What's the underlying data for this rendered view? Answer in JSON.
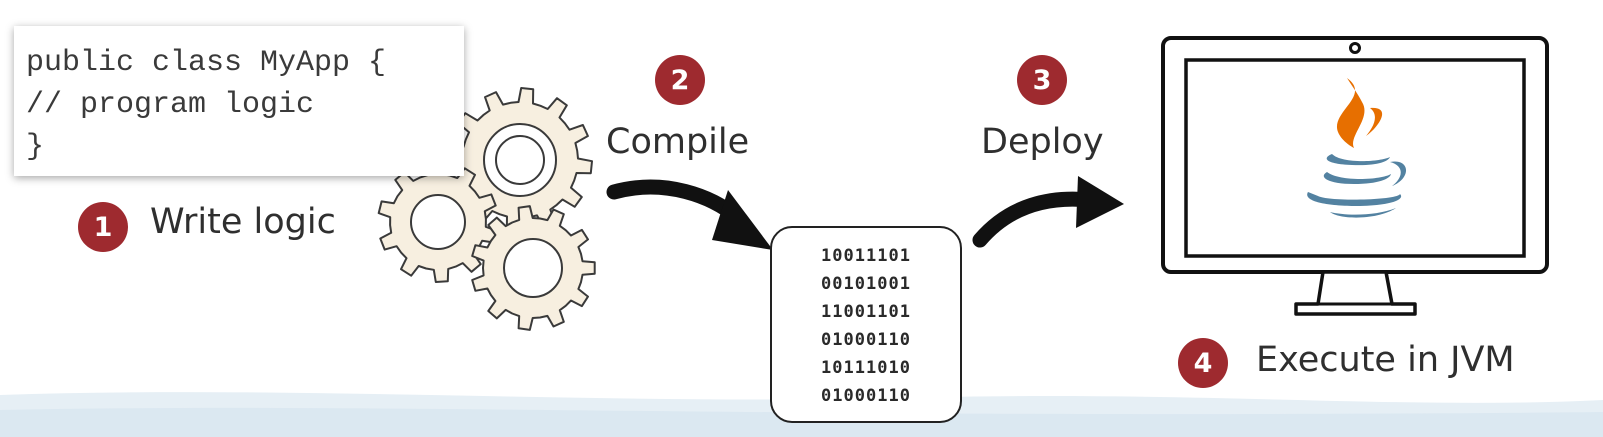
{
  "colors": {
    "badge": "#9e2a2f",
    "gear_fill": "#f7efe0",
    "java_orange": "#e76f00",
    "java_blue": "#5382a1"
  },
  "code_card": {
    "lines": [
      "public class MyApp {",
      "// program logic",
      "}"
    ]
  },
  "steps": [
    {
      "number": "1",
      "label": "Write logic"
    },
    {
      "number": "2",
      "label": "Compile"
    },
    {
      "number": "3",
      "label": "Deploy"
    },
    {
      "number": "4",
      "label": "Execute in JVM"
    }
  ],
  "binary_box": {
    "lines": [
      "10011101",
      "00101001",
      "11001101",
      "01000110",
      "10111010",
      "01000110"
    ]
  },
  "icons": {
    "gears": "gears-icon",
    "monitor": "monitor-icon",
    "java_logo": "java-coffee-cup-icon"
  }
}
